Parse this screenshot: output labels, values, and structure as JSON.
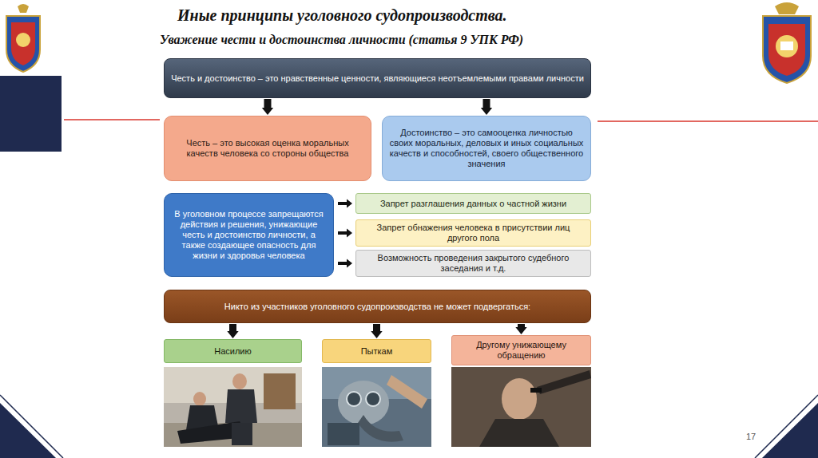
{
  "diagram": {
    "title": "Иные принципы уголовного судопроизводства.",
    "nodes": [
      {
        "text": [
          "Честь и достоинство – это нравственные ценности, являющиеся неотъемлемыми правами личности"
        ]
      },
      {
        "text": [
          "Честь – это высокая оценка моральных качеств человека со стороны общества"
        ]
      },
      {
        "text": [
          "Достоинство – это самооценка личностью своих моральных, деловых и иных социальных качеств и способностей, своего общественного значения"
        ]
      },
      {
        "text": [
          "В уголовном процессе запрещаются действия и решения, унижающие честь и достоинство личности, а также создающее опасность для жизни и здоровья человека"
        ]
      },
      {
        "text": [
          "Запрет разглашения данных о частной жизни"
        ]
      },
      {
        "text": [
          "Запрет обнажения человека в присутствии лиц другого пола"
        ]
      },
      {
        "text": [
          "Возможность проведения закрытого судебного заседания и т.д."
        ]
      },
      {
        "text": [
          "Никто из участников уголовного судопроизводства не может подвергаться:"
        ]
      },
      {
        "text": [
          "Насилию"
        ]
      },
      {
        "text": [
          "Пыткам"
        ]
      },
      {
        "text": [
          "Другому унижающему обращению"
        ]
      }
    ],
    "edges": [
      {
        "from": 0,
        "to": 1,
        "arrow": "to"
      },
      {
        "from": 0,
        "to": 2,
        "arrow": "to"
      },
      {
        "from": 3,
        "to": 4,
        "arrow": "to"
      },
      {
        "from": 3,
        "to": 5,
        "arrow": "to"
      },
      {
        "from": 3,
        "to": 6,
        "arrow": "to"
      },
      {
        "from": 7,
        "to": 8,
        "arrow": "to"
      },
      {
        "from": 7,
        "to": 9,
        "arrow": "to"
      },
      {
        "from": 7,
        "to": 10,
        "arrow": "to"
      }
    ],
    "labels": [
      "Уважение чести и достоинства личности (статья 9 УПК РФ)",
      "17"
    ]
  }
}
